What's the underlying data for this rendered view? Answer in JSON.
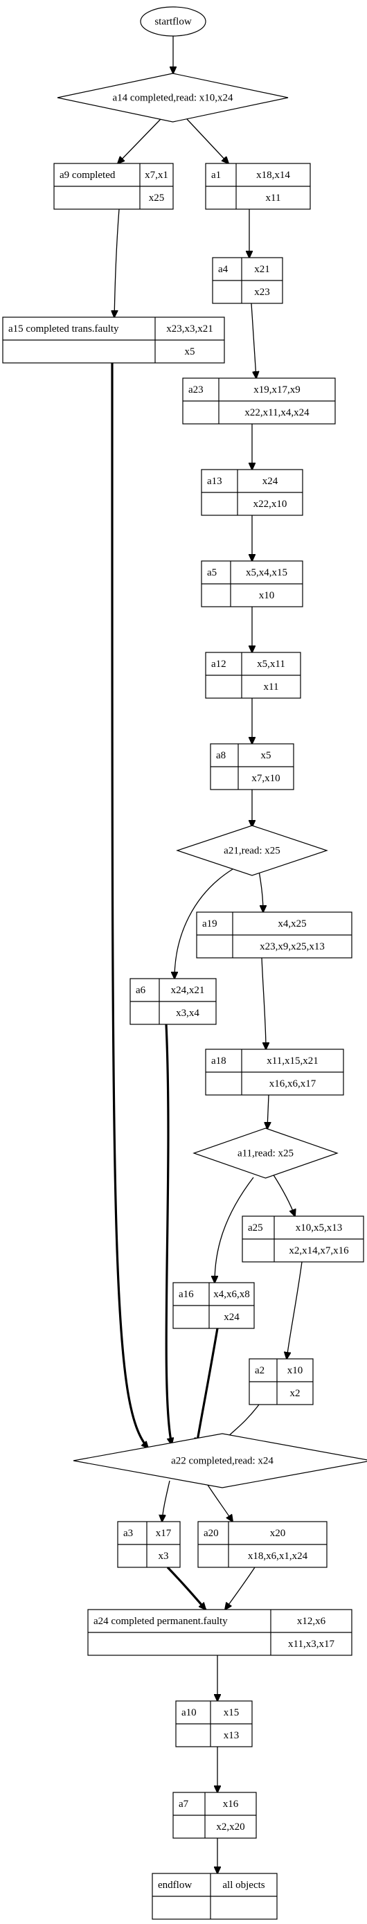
{
  "nodes": [
    {
      "id": "startflow",
      "kind": "ellipse",
      "text": "startflow"
    },
    {
      "id": "a14",
      "kind": "diamond",
      "text": "a14 completed,read: x10,x24"
    },
    {
      "id": "a9",
      "kind": "record",
      "cells": [
        "a9 completed",
        "x7,x1",
        "",
        "x25"
      ]
    },
    {
      "id": "a1",
      "kind": "record",
      "cells": [
        "a1",
        "x18,x14",
        "",
        "x11"
      ]
    },
    {
      "id": "a4",
      "kind": "record",
      "cells": [
        "a4",
        "x21",
        "",
        "x23"
      ]
    },
    {
      "id": "a15",
      "kind": "record",
      "cells": [
        "a15 completed trans.faulty",
        "x23,x3,x21",
        "",
        "x5"
      ]
    },
    {
      "id": "a23",
      "kind": "record",
      "cells": [
        "a23",
        "x19,x17,x9",
        "",
        "x22,x11,x4,x24"
      ]
    },
    {
      "id": "a13",
      "kind": "record",
      "cells": [
        "a13",
        "x24",
        "",
        "x22,x10"
      ]
    },
    {
      "id": "a5",
      "kind": "record",
      "cells": [
        "a5",
        "x5,x4,x15",
        "",
        "x10"
      ]
    },
    {
      "id": "a12",
      "kind": "record",
      "cells": [
        "a12",
        "x5,x11",
        "",
        "x11"
      ]
    },
    {
      "id": "a8",
      "kind": "record",
      "cells": [
        "a8",
        "x5",
        "",
        "x7,x10"
      ]
    },
    {
      "id": "a21",
      "kind": "diamond",
      "text": "a21,read: x25"
    },
    {
      "id": "a19",
      "kind": "record",
      "cells": [
        "a19",
        "x4,x25",
        "",
        "x23,x9,x25,x13"
      ]
    },
    {
      "id": "a6",
      "kind": "record",
      "cells": [
        "a6",
        "x24,x21",
        "",
        "x3,x4"
      ]
    },
    {
      "id": "a18",
      "kind": "record",
      "cells": [
        "a18",
        "x11,x15,x21",
        "",
        "x16,x6,x17"
      ]
    },
    {
      "id": "a11",
      "kind": "diamond",
      "text": "a11,read: x25"
    },
    {
      "id": "a25",
      "kind": "record",
      "cells": [
        "a25",
        "x10,x5,x13",
        "",
        "x2,x14,x7,x16"
      ]
    },
    {
      "id": "a16",
      "kind": "record",
      "cells": [
        "a16",
        "x4,x6,x8",
        "",
        "x24"
      ]
    },
    {
      "id": "a2",
      "kind": "record",
      "cells": [
        "a2",
        "x10",
        "",
        "x2"
      ]
    },
    {
      "id": "a22",
      "kind": "diamond",
      "text": "a22 completed,read: x24"
    },
    {
      "id": "a3",
      "kind": "record",
      "cells": [
        "a3",
        "x17",
        "",
        "x3"
      ]
    },
    {
      "id": "a20",
      "kind": "record",
      "cells": [
        "a20",
        "x20",
        "",
        "x18,x6,x1,x24"
      ]
    },
    {
      "id": "a24",
      "kind": "record",
      "cells": [
        "a24 completed permanent.faulty",
        "x12,x6",
        "",
        "x11,x3,x17"
      ]
    },
    {
      "id": "a10",
      "kind": "record",
      "cells": [
        "a10",
        "x15",
        "",
        "x13"
      ]
    },
    {
      "id": "a7",
      "kind": "record",
      "cells": [
        "a7",
        "x16",
        "",
        "x2,x20"
      ]
    },
    {
      "id": "endflow",
      "kind": "record",
      "cells": [
        "endflow",
        "all objects",
        "",
        ""
      ]
    }
  ],
  "edges": [
    {
      "from": "startflow",
      "to": "a14",
      "bold": false
    },
    {
      "from": "a14",
      "to": "a9",
      "bold": false
    },
    {
      "from": "a14",
      "to": "a1",
      "bold": false
    },
    {
      "from": "a1",
      "to": "a4",
      "bold": false
    },
    {
      "from": "a9",
      "to": "a15",
      "bold": false
    },
    {
      "from": "a4",
      "to": "a23",
      "bold": false
    },
    {
      "from": "a23",
      "to": "a13",
      "bold": false
    },
    {
      "from": "a13",
      "to": "a5",
      "bold": false
    },
    {
      "from": "a5",
      "to": "a12",
      "bold": false
    },
    {
      "from": "a12",
      "to": "a8",
      "bold": false
    },
    {
      "from": "a8",
      "to": "a21",
      "bold": false
    },
    {
      "from": "a21",
      "to": "a19",
      "bold": false
    },
    {
      "from": "a21",
      "to": "a6",
      "bold": false
    },
    {
      "from": "a19",
      "to": "a18",
      "bold": false
    },
    {
      "from": "a18",
      "to": "a11",
      "bold": false
    },
    {
      "from": "a11",
      "to": "a25",
      "bold": false
    },
    {
      "from": "a11",
      "to": "a16",
      "bold": false
    },
    {
      "from": "a25",
      "to": "a2",
      "bold": false
    },
    {
      "from": "a15",
      "to": "a22",
      "bold": true
    },
    {
      "from": "a6",
      "to": "a22",
      "bold": true
    },
    {
      "from": "a16",
      "to": "a22",
      "bold": true
    },
    {
      "from": "a2",
      "to": "a22",
      "bold": false
    },
    {
      "from": "a22",
      "to": "a3",
      "bold": false
    },
    {
      "from": "a22",
      "to": "a20",
      "bold": false
    },
    {
      "from": "a3",
      "to": "a24",
      "bold": true
    },
    {
      "from": "a20",
      "to": "a24",
      "bold": false
    },
    {
      "from": "a24",
      "to": "a10",
      "bold": false
    },
    {
      "from": "a10",
      "to": "a7",
      "bold": false
    },
    {
      "from": "a7",
      "to": "endflow",
      "bold": false
    }
  ]
}
